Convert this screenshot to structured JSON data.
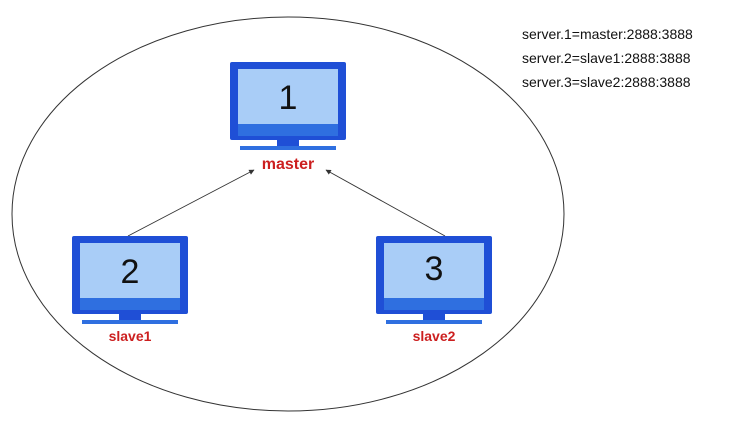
{
  "config": {
    "lines": [
      "server.1=master:2888:3888",
      "server.2=slave1:2888:3888",
      "server.3=slave2:2888:3888"
    ]
  },
  "nodes": {
    "master": {
      "number": "1",
      "label": "master"
    },
    "slave1": {
      "number": "2",
      "label": "slave1"
    },
    "slave2": {
      "number": "3",
      "label": "slave2"
    }
  },
  "colors": {
    "monitor_frame": "#1f4fd6",
    "monitor_screen": "#a9cdf7",
    "monitor_base": "#2f6fe0",
    "label_red": "#cc1f1f",
    "ellipse_stroke": "#333333",
    "arrow": "#333333"
  },
  "icons": {
    "node": "computer-monitor-icon"
  }
}
